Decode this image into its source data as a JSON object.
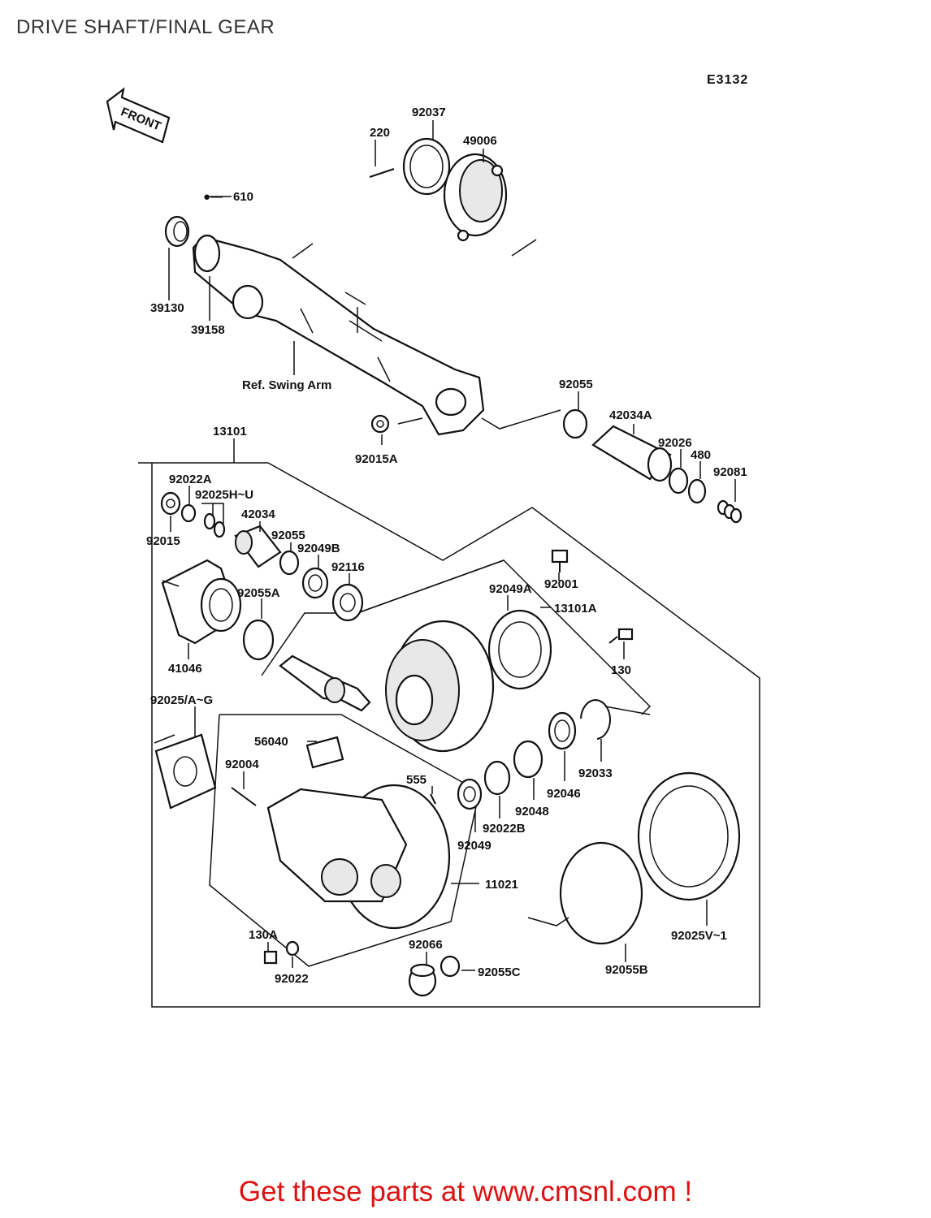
{
  "page_title": "DRIVE SHAFT/FINAL GEAR",
  "diagram_code": "E3132",
  "front_arrow_label": "FRONT",
  "ref_note": "Ref. Swing Arm",
  "promo_text": "Get these parts at www.cmsnl.com !",
  "labels": {
    "p220": "220",
    "p92037": "92037",
    "p49006": "49006",
    "p610": "610",
    "p39130": "39130",
    "p39158": "39158",
    "p92055_top": "92055",
    "p42034A": "42034A",
    "p92026": "92026",
    "p480": "480",
    "p92081": "92081",
    "p92015A": "92015A",
    "p13101": "13101",
    "p92022A": "92022A",
    "p92025HU": "92025H~U",
    "p42034": "42034",
    "p92015": "92015",
    "p92055_mid": "92055",
    "p92049B": "92049B",
    "p92116": "92116",
    "p92001": "92001",
    "p92049A": "92049A",
    "p13101A": "13101A",
    "p130": "130",
    "p92055A": "92055A",
    "p41046": "41046",
    "p92025AG": "92025/A~G",
    "p56040": "56040",
    "p92004": "92004",
    "p555": "555",
    "p92033": "92033",
    "p92046": "92046",
    "p92048": "92048",
    "p92022B": "92022B",
    "p92049": "92049",
    "p11021": "11021",
    "p130A": "130A",
    "p92022": "92022",
    "p92066": "92066",
    "p92055C": "92055C",
    "p92055B": "92055B",
    "p92025V1": "92025V~1"
  }
}
